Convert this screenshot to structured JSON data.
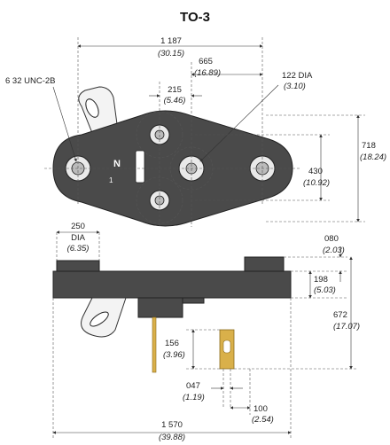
{
  "title": "TO-3",
  "thread_label": "6 32 UNC-2B",
  "dims": {
    "overall_hole_span": {
      "in": "1 187",
      "mm": "(30.15)"
    },
    "hole_offset": {
      "in": "665",
      "mm": "(16.89)"
    },
    "pin_dia": {
      "in": "122 DIA",
      "mm": "(3.10)"
    },
    "pin_spacing": {
      "in": "215",
      "mm": "(5.46)"
    },
    "height_top": {
      "in": "718",
      "mm": "(18.24)"
    },
    "height_mid": {
      "in": "430",
      "mm": "(10.92)"
    },
    "wrench_dia": {
      "in": "250",
      "label": "DIA",
      "mm": "(6.35)"
    },
    "flange_thk": {
      "in": "080",
      "mm": "(2.03)"
    },
    "body_thk": {
      "in": "198",
      "mm": "(5.03)"
    },
    "overall_ht": {
      "in": "672",
      "mm": "(17.07)"
    },
    "lead_len": {
      "in": "156",
      "mm": "(3.96)"
    },
    "lead_dia": {
      "in": "047",
      "mm": "(1.19)"
    },
    "lead_spacing": {
      "in": "100",
      "mm": "(2.54)"
    },
    "overall_len": {
      "in": "1 570",
      "mm": "(39.88)"
    }
  },
  "colors": {
    "part": "#4a4a4a",
    "terminal": "#d9b04a"
  }
}
